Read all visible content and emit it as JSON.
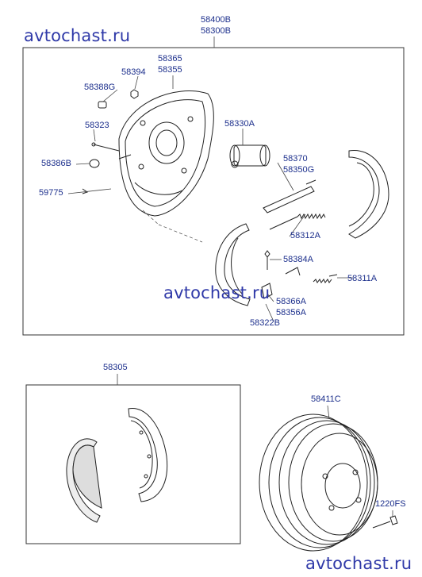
{
  "watermarks": [
    "avtochast.ru",
    "avtochast.ru",
    "avtochast.ru"
  ],
  "box1": {
    "line1": "58400B",
    "line2": "58300B"
  },
  "box2": {
    "label": "58305"
  },
  "labels": {
    "p58365": "58365",
    "p58355": "58355",
    "p58394": "58394",
    "p58388G": "58388G",
    "p58323": "58323",
    "p58386B": "58386B",
    "p59775": "59775",
    "p58330A": "58330A",
    "p58370": "58370",
    "p58350G": "58350G",
    "p58312A": "58312A",
    "p58384A": "58384A",
    "p58311A": "58311A",
    "p58366A": "58366A",
    "p58356A": "58356A",
    "p58322B": "58322B",
    "p58411C": "58411C",
    "p1220FS": "1220FS"
  },
  "colors": {
    "label": "#1c2f8c",
    "watermark": "#2f39a8",
    "lines": "#222222"
  }
}
